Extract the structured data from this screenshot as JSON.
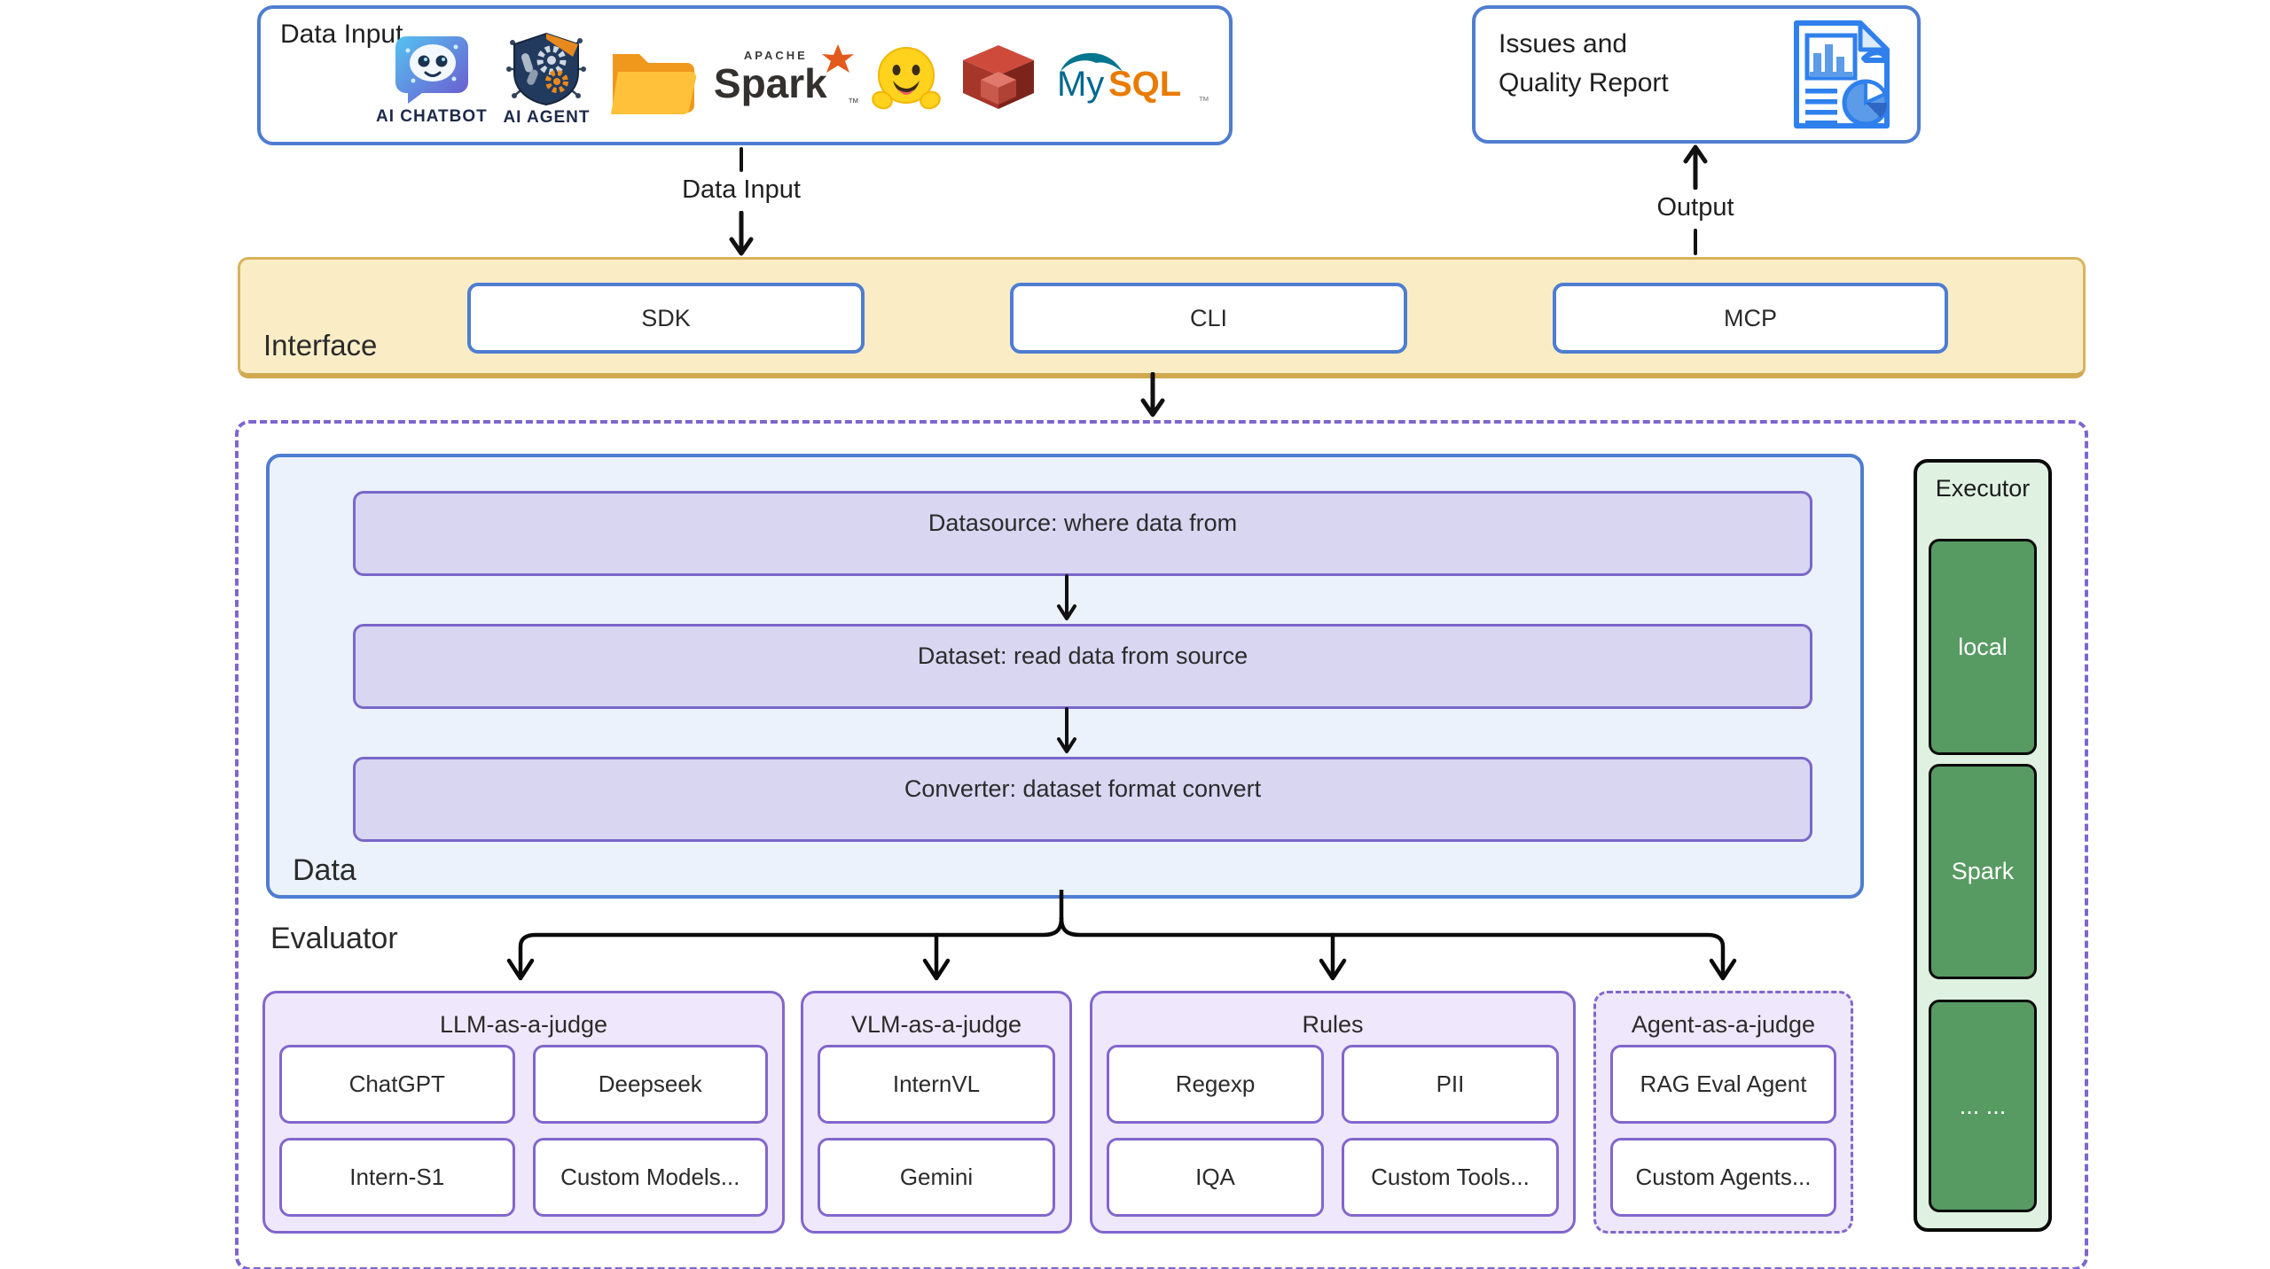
{
  "colors": {
    "blue_border": "#4e7dd1",
    "interface_fill": "#faedc6",
    "interface_border": "#d8b35e",
    "purple_card_fill": "#efe7fb",
    "purple_border": "#8266cc",
    "step_fill": "#d9d6f2",
    "step_border": "#7a67c9",
    "data_fill": "#ebf2fc",
    "outer_dashed_border": "#7e66ce",
    "executor_fill": "#dff1e1",
    "executor_box_fill": "#579a62",
    "report_icon_blue": "#2f80ed",
    "arrow_color": "#111111"
  },
  "data_input": {
    "title": "Data Input",
    "icons": [
      {
        "name": "ai-chatbot-icon",
        "label": "AI CHATBOT"
      },
      {
        "name": "ai-agent-icon",
        "label": "AI AGENT"
      },
      {
        "name": "folder-icon",
        "label": ""
      },
      {
        "name": "apache-spark-logo",
        "apache": "APACHE",
        "text": "Spark",
        "tm": "™"
      },
      {
        "name": "hugging-face-icon",
        "label": ""
      },
      {
        "name": "redshift-db-icon",
        "label": ""
      },
      {
        "name": "mysql-logo",
        "text_my": "My",
        "text_sql": "SQL",
        "tm": "™"
      }
    ]
  },
  "report": {
    "title_line1": "Issues and",
    "title_line2": "Quality Report"
  },
  "flows": {
    "data_input_label": "Data Input",
    "output_label": "Output"
  },
  "interface": {
    "title": "Interface",
    "items": [
      "SDK",
      "CLI",
      "MCP"
    ]
  },
  "data_section": {
    "title": "Data",
    "steps": [
      "Datasource: where data from",
      "Dataset: read data from source",
      "Converter: dataset format convert"
    ]
  },
  "evaluator": {
    "title": "Evaluator",
    "cards": [
      {
        "title": "LLM-as-a-judge",
        "items": [
          "ChatGPT",
          "Deepseek",
          "Intern-S1",
          "Custom Models..."
        ]
      },
      {
        "title": "VLM-as-a-judge",
        "items": [
          "InternVL",
          "Gemini"
        ]
      },
      {
        "title": "Rules",
        "items": [
          "Regexp",
          "PII",
          "IQA",
          "Custom Tools..."
        ]
      },
      {
        "title": "Agent-as-a-judge",
        "items": [
          "RAG Eval Agent",
          "Custom Agents..."
        ]
      }
    ]
  },
  "executor": {
    "title": "Executor",
    "items": [
      "local",
      "Spark",
      "... ..."
    ]
  }
}
